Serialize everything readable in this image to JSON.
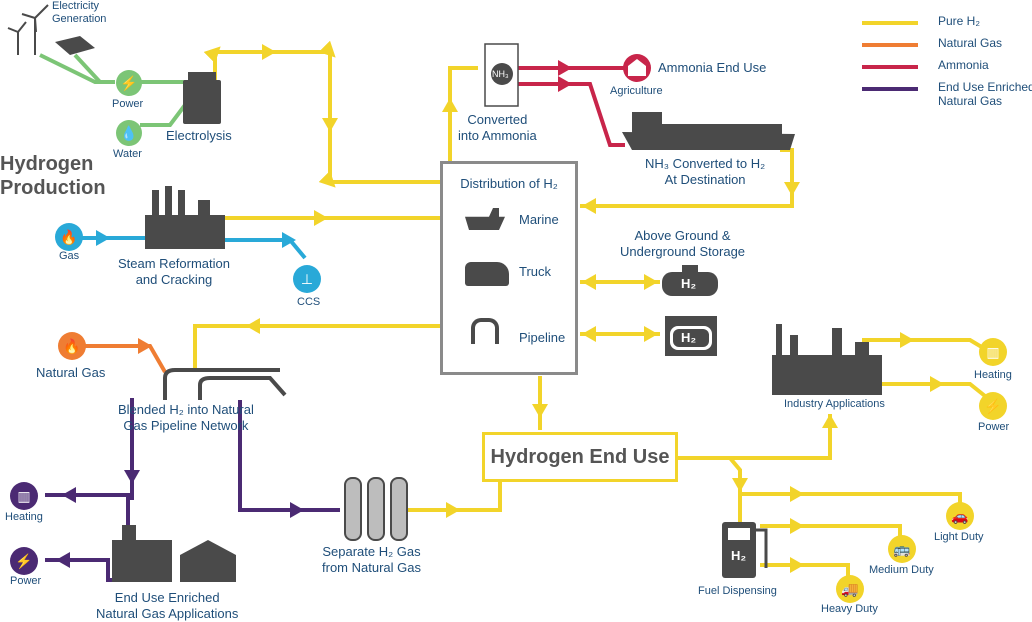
{
  "title": {
    "line1": "Hydrogen",
    "line2": "Production"
  },
  "legend": {
    "items": [
      {
        "label": "Pure H₂",
        "color": "#f2d42a"
      },
      {
        "label": "Natural Gas",
        "color": "#ef7d33"
      },
      {
        "label": "Ammonia",
        "color": "#c8254a"
      },
      {
        "label": "End Use Enriched Natural Gas",
        "line1": "End Use Enriched",
        "line2": "Natural Gas",
        "color": "#4b2a73"
      }
    ]
  },
  "production": {
    "electricity_generation": {
      "line1": "Electricity",
      "line2": "Generation"
    },
    "power": "Power",
    "water": "Water",
    "electrolysis": "Electrolysis",
    "gas": "Gas",
    "steam_reformation": {
      "line1": "Steam Reformation",
      "line2": "and Cracking"
    },
    "ccs": "CCS"
  },
  "ammonia": {
    "nh3_label": "NH₃",
    "converted": {
      "line1": "Converted",
      "line2": "into Ammonia"
    },
    "end_use": "Ammonia End Use",
    "agriculture": "Agriculture",
    "destination": {
      "line1": "NH₃ Converted to H₂",
      "line2": "At Destination"
    }
  },
  "distribution": {
    "title": "Distribution of H₂",
    "marine": "Marine",
    "truck": "Truck",
    "pipeline": "Pipeline"
  },
  "storage": {
    "line1": "Above Ground &",
    "line2": "Underground Storage",
    "tank_label": "H₂"
  },
  "natural_gas": {
    "source": "Natural Gas",
    "blended": {
      "line1": "Blended H₂ into Natural",
      "line2": "Gas Pipeline Network"
    },
    "heating": "Heating",
    "power": "Power",
    "enriched_apps": {
      "line1": "End Use Enriched",
      "line2": "Natural Gas Applications"
    },
    "separate": {
      "line1": "Separate H₂ Gas",
      "line2": "from Natural Gas"
    }
  },
  "end_use": {
    "title": "Hydrogen End Use",
    "industry": "Industry Applications",
    "heating": "Heating",
    "power": "Power",
    "fuel_dispensing": "Fuel Dispensing",
    "pump_label": "H₂",
    "light_duty": "Light Duty",
    "medium_duty": "Medium Duty",
    "heavy_duty": "Heavy Duty"
  },
  "colors": {
    "h2": "#f2d42a",
    "natural_gas": "#ef7d33",
    "ammonia": "#c8254a",
    "enriched": "#4b2a73",
    "green": "#7cc576",
    "blue": "#29a9d8",
    "icon_dark": "#4a4a4a"
  }
}
